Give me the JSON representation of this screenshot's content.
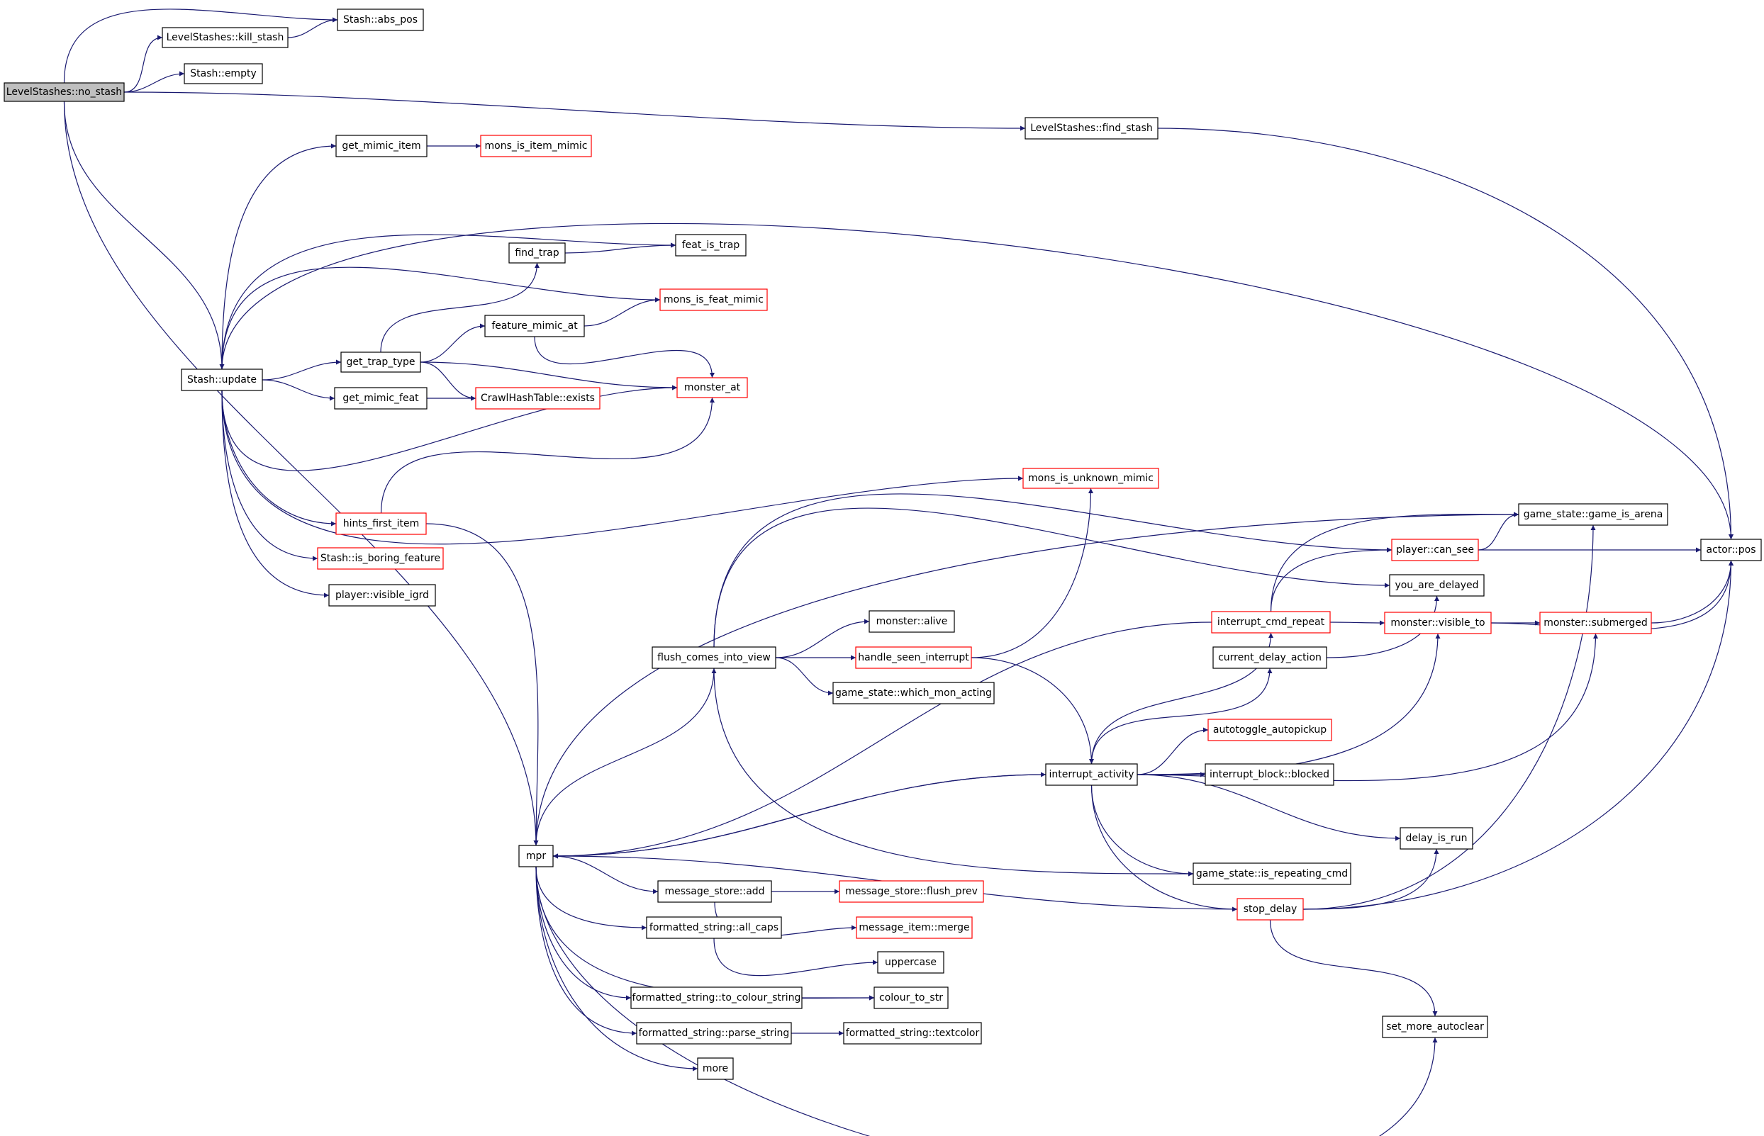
{
  "colors": {
    "edge": "#191970",
    "border_normal": "#000000",
    "border_truncated": "#ff0000",
    "root_fill": "#bfbfbf",
    "node_fill": "#ffffff",
    "text": "#000000"
  },
  "nodes": [
    {
      "id": "no_stash",
      "label": "LevelStashes::no_stash",
      "style": "root"
    },
    {
      "id": "abs_pos",
      "label": "Stash::abs_pos",
      "style": "normal"
    },
    {
      "id": "kill_stash",
      "label": "LevelStashes::kill_stash",
      "style": "normal"
    },
    {
      "id": "empty",
      "label": "Stash::empty",
      "style": "normal"
    },
    {
      "id": "find_stash",
      "label": "LevelStashes::find_stash",
      "style": "normal"
    },
    {
      "id": "get_mimic_item",
      "label": "get_mimic_item",
      "style": "normal"
    },
    {
      "id": "mons_is_item_mimic",
      "label": "mons_is_item_mimic",
      "style": "truncated"
    },
    {
      "id": "feat_is_trap",
      "label": "feat_is_trap",
      "style": "normal"
    },
    {
      "id": "find_trap",
      "label": "find_trap",
      "style": "normal"
    },
    {
      "id": "mons_is_feat_mimic",
      "label": "mons_is_feat_mimic",
      "style": "truncated"
    },
    {
      "id": "feature_mimic_at",
      "label": "feature_mimic_at",
      "style": "normal"
    },
    {
      "id": "get_trap_type",
      "label": "get_trap_type",
      "style": "normal"
    },
    {
      "id": "stash_update",
      "label": "Stash::update",
      "style": "normal"
    },
    {
      "id": "monster_at",
      "label": "monster_at",
      "style": "truncated"
    },
    {
      "id": "get_mimic_feat",
      "label": "get_mimic_feat",
      "style": "normal"
    },
    {
      "id": "crawl_exists",
      "label": "CrawlHashTable::exists",
      "style": "truncated"
    },
    {
      "id": "mons_is_unknown_mimic",
      "label": "mons_is_unknown_mimic",
      "style": "truncated"
    },
    {
      "id": "hints_first_item",
      "label": "hints_first_item",
      "style": "truncated"
    },
    {
      "id": "is_boring_feature",
      "label": "Stash::is_boring_feature",
      "style": "truncated"
    },
    {
      "id": "visible_igrd",
      "label": "player::visible_igrd",
      "style": "normal"
    },
    {
      "id": "game_is_arena",
      "label": "game_state::game_is_arena",
      "style": "normal"
    },
    {
      "id": "player_can_see",
      "label": "player::can_see",
      "style": "truncated"
    },
    {
      "id": "actor_pos",
      "label": "actor::pos",
      "style": "normal"
    },
    {
      "id": "you_are_delayed",
      "label": "you_are_delayed",
      "style": "normal"
    },
    {
      "id": "monster_alive",
      "label": "monster::alive",
      "style": "normal"
    },
    {
      "id": "interrupt_cmd_repeat",
      "label": "interrupt_cmd_repeat",
      "style": "truncated"
    },
    {
      "id": "monster_visible_to",
      "label": "monster::visible_to",
      "style": "truncated"
    },
    {
      "id": "monster_submerged",
      "label": "monster::submerged",
      "style": "truncated"
    },
    {
      "id": "flush_comes_into_view",
      "label": "flush_comes_into_view",
      "style": "normal"
    },
    {
      "id": "handle_seen_interrupt",
      "label": "handle_seen_interrupt",
      "style": "truncated"
    },
    {
      "id": "current_delay_action",
      "label": "current_delay_action",
      "style": "normal"
    },
    {
      "id": "which_mon_acting",
      "label": "game_state::which_mon_acting",
      "style": "normal"
    },
    {
      "id": "autotoggle_autopickup",
      "label": "autotoggle_autopickup",
      "style": "truncated"
    },
    {
      "id": "interrupt_activity",
      "label": "interrupt_activity",
      "style": "normal"
    },
    {
      "id": "interrupt_block_blocked",
      "label": "interrupt_block::blocked",
      "style": "normal"
    },
    {
      "id": "delay_is_run",
      "label": "delay_is_run",
      "style": "normal"
    },
    {
      "id": "mpr",
      "label": "mpr",
      "style": "normal"
    },
    {
      "id": "is_repeating_cmd",
      "label": "game_state::is_repeating_cmd",
      "style": "normal"
    },
    {
      "id": "message_store_add",
      "label": "message_store::add",
      "style": "normal"
    },
    {
      "id": "flush_prev",
      "label": "message_store::flush_prev",
      "style": "truncated"
    },
    {
      "id": "stop_delay",
      "label": "stop_delay",
      "style": "truncated"
    },
    {
      "id": "all_caps",
      "label": "formatted_string::all_caps",
      "style": "normal"
    },
    {
      "id": "message_item_merge",
      "label": "message_item::merge",
      "style": "truncated"
    },
    {
      "id": "uppercase",
      "label": "uppercase",
      "style": "normal"
    },
    {
      "id": "to_colour_string",
      "label": "formatted_string::to_colour_string",
      "style": "normal"
    },
    {
      "id": "colour_to_str",
      "label": "colour_to_str",
      "style": "normal"
    },
    {
      "id": "set_more_autoclear",
      "label": "set_more_autoclear",
      "style": "normal"
    },
    {
      "id": "parse_string",
      "label": "formatted_string::parse_string",
      "style": "normal"
    },
    {
      "id": "textcolor",
      "label": "formatted_string::textcolor",
      "style": "normal"
    },
    {
      "id": "more",
      "label": "more",
      "style": "normal"
    }
  ],
  "edges": [
    [
      "no_stash",
      "abs_pos"
    ],
    [
      "no_stash",
      "kill_stash"
    ],
    [
      "kill_stash",
      "abs_pos"
    ],
    [
      "no_stash",
      "empty"
    ],
    [
      "no_stash",
      "find_stash"
    ],
    [
      "no_stash",
      "stash_update"
    ],
    [
      "no_stash",
      "mpr"
    ],
    [
      "find_stash",
      "actor_pos"
    ],
    [
      "get_mimic_item",
      "mons_is_item_mimic"
    ],
    [
      "stash_update",
      "get_mimic_item"
    ],
    [
      "stash_update",
      "actor_pos"
    ],
    [
      "stash_update",
      "feat_is_trap"
    ],
    [
      "stash_update",
      "mons_is_feat_mimic"
    ],
    [
      "stash_update",
      "get_trap_type"
    ],
    [
      "stash_update",
      "get_mimic_feat"
    ],
    [
      "stash_update",
      "monster_at"
    ],
    [
      "stash_update",
      "mons_is_unknown_mimic"
    ],
    [
      "stash_update",
      "hints_first_item"
    ],
    [
      "stash_update",
      "is_boring_feature"
    ],
    [
      "stash_update",
      "visible_igrd"
    ],
    [
      "find_trap",
      "feat_is_trap"
    ],
    [
      "get_trap_type",
      "find_trap"
    ],
    [
      "get_trap_type",
      "feature_mimic_at"
    ],
    [
      "get_trap_type",
      "monster_at"
    ],
    [
      "get_trap_type",
      "crawl_exists"
    ],
    [
      "feature_mimic_at",
      "mons_is_feat_mimic"
    ],
    [
      "feature_mimic_at",
      "monster_at"
    ],
    [
      "get_mimic_feat",
      "crawl_exists"
    ],
    [
      "hints_first_item",
      "monster_at"
    ],
    [
      "hints_first_item",
      "mpr"
    ],
    [
      "mpr",
      "game_is_arena"
    ],
    [
      "mpr",
      "flush_comes_into_view"
    ],
    [
      "mpr",
      "interrupt_activity"
    ],
    [
      "mpr",
      "message_store_add"
    ],
    [
      "mpr",
      "all_caps"
    ],
    [
      "mpr",
      "colour_to_str"
    ],
    [
      "mpr",
      "to_colour_string"
    ],
    [
      "mpr",
      "parse_string"
    ],
    [
      "mpr",
      "more"
    ],
    [
      "mpr",
      "set_more_autoclear"
    ],
    [
      "flush_comes_into_view",
      "player_can_see"
    ],
    [
      "flush_comes_into_view",
      "you_are_delayed"
    ],
    [
      "flush_comes_into_view",
      "monster_alive"
    ],
    [
      "flush_comes_into_view",
      "handle_seen_interrupt"
    ],
    [
      "flush_comes_into_view",
      "which_mon_acting"
    ],
    [
      "flush_comes_into_view",
      "is_repeating_cmd"
    ],
    [
      "handle_seen_interrupt",
      "mons_is_unknown_mimic"
    ],
    [
      "handle_seen_interrupt",
      "interrupt_activity"
    ],
    [
      "interrupt_activity",
      "mpr"
    ],
    [
      "interrupt_activity",
      "interrupt_cmd_repeat"
    ],
    [
      "interrupt_activity",
      "current_delay_action"
    ],
    [
      "interrupt_activity",
      "monster_visible_to"
    ],
    [
      "interrupt_activity",
      "autotoggle_autopickup"
    ],
    [
      "interrupt_activity",
      "interrupt_block_blocked"
    ],
    [
      "interrupt_activity",
      "monster_submerged"
    ],
    [
      "interrupt_activity",
      "delay_is_run"
    ],
    [
      "interrupt_activity",
      "is_repeating_cmd"
    ],
    [
      "interrupt_activity",
      "stop_delay"
    ],
    [
      "interrupt_cmd_repeat",
      "mpr"
    ],
    [
      "interrupt_cmd_repeat",
      "game_is_arena"
    ],
    [
      "interrupt_cmd_repeat",
      "player_can_see"
    ],
    [
      "interrupt_cmd_repeat",
      "monster_visible_to"
    ],
    [
      "current_delay_action",
      "you_are_delayed"
    ],
    [
      "player_can_see",
      "game_is_arena"
    ],
    [
      "player_can_see",
      "actor_pos"
    ],
    [
      "monster_visible_to",
      "monster_submerged"
    ],
    [
      "monster_visible_to",
      "actor_pos"
    ],
    [
      "monster_submerged",
      "actor_pos"
    ],
    [
      "stop_delay",
      "mpr"
    ],
    [
      "stop_delay",
      "delay_is_run"
    ],
    [
      "stop_delay",
      "game_is_arena"
    ],
    [
      "stop_delay",
      "actor_pos"
    ],
    [
      "stop_delay",
      "set_more_autoclear"
    ],
    [
      "message_store_add",
      "flush_prev"
    ],
    [
      "message_store_add",
      "message_item_merge"
    ],
    [
      "all_caps",
      "uppercase"
    ],
    [
      "to_colour_string",
      "colour_to_str"
    ],
    [
      "parse_string",
      "textcolor"
    ]
  ]
}
